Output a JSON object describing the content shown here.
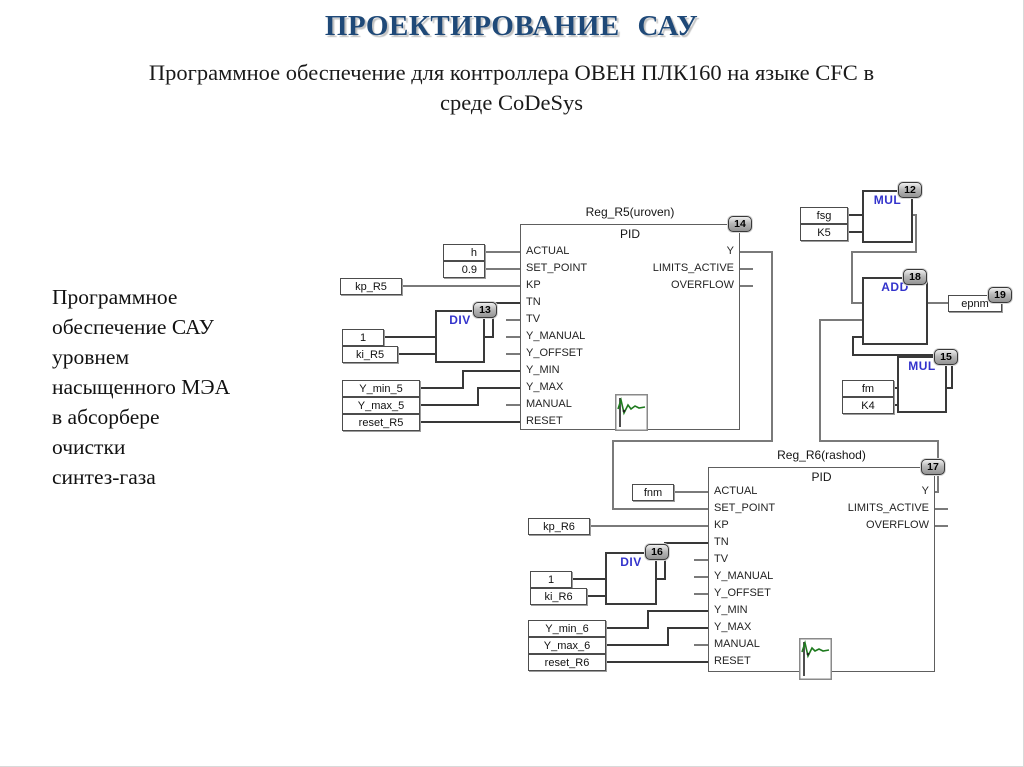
{
  "slide": {
    "title": "ПРОЕКТИРОВАНИЕ  САУ",
    "subtitle_line1": "Программное обеспечение для контроллера  ОВЕН ПЛК160  на языке CFC в",
    "subtitle_line2": "среде CoDeSys",
    "side_text_lines": [
      "Программное",
      "обеспечение САУ",
      "уровнем",
      "насыщенного МЭА",
      "в абсорбере",
      "очистки",
      "синтез-газа"
    ]
  },
  "diagram": {
    "pid_inputs": [
      "ACTUAL",
      "SET_POINT",
      "KP",
      "TN",
      "TV",
      "Y_MANUAL",
      "Y_OFFSET",
      "Y_MIN",
      "Y_MAX",
      "MANUAL",
      "RESET"
    ],
    "pid_outputs": [
      "Y",
      "LIMITS_ACTIVE",
      "OVERFLOW"
    ],
    "blocks": {
      "r5": {
        "title": "Reg_R5(uroven)",
        "type": "PID",
        "badge": "14"
      },
      "r6": {
        "title": "Reg_R6(rashod)",
        "type": "PID",
        "badge": "17"
      },
      "div5": {
        "label": "DIV",
        "badge": "13"
      },
      "div6": {
        "label": "DIV",
        "badge": "16"
      },
      "mul12": {
        "label": "MUL",
        "badge": "12"
      },
      "mul15": {
        "label": "MUL",
        "badge": "15"
      },
      "add18": {
        "label": "ADD",
        "badge": "18"
      }
    },
    "operands": {
      "h": "h",
      "sp5": "0.9",
      "kp5": "kp_R5",
      "one5": "1",
      "ki5": "ki_R5",
      "ymin5": "Y_min_5",
      "ymax5": "Y_max_5",
      "reset5": "reset_R5",
      "fsg": "fsg",
      "k5": "K5",
      "fm": "fm",
      "k4": "K4",
      "fnm": "fnm",
      "kp6": "kp_R6",
      "one6": "1",
      "ki6": "ki_R6",
      "ymin6": "Y_min_6",
      "ymax6": "Y_max_6",
      "reset6": "reset_R6"
    },
    "output_box": {
      "label": "epnm",
      "badge": "19"
    },
    "colors": {
      "title": "#1f4978",
      "operator_label": "#3333cc",
      "wire": "#7a7a7a",
      "trend_curve": "#1e7a1e"
    }
  }
}
